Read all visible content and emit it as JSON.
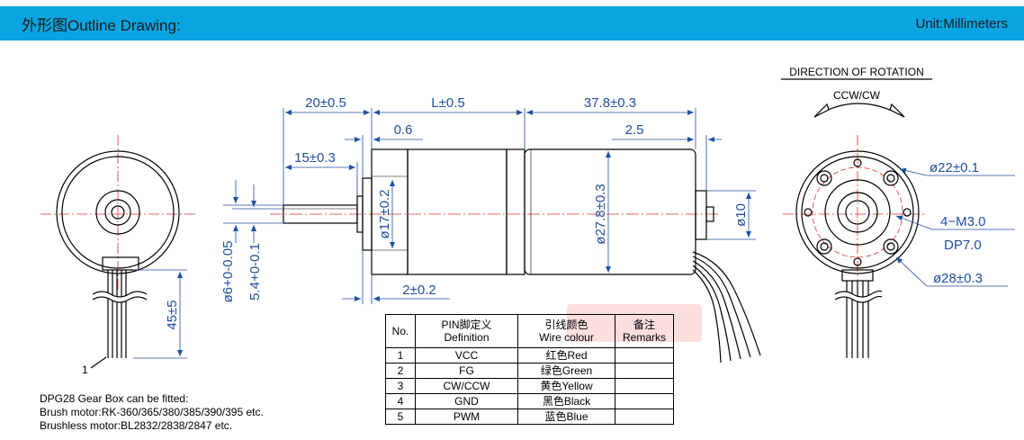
{
  "header": {
    "title": "外形图Outline Drawing:",
    "unit": "Unit:Millimeters"
  },
  "rotation": {
    "heading": "DIRECTION OF ROTATION",
    "label": "CCW/CW"
  },
  "dimensions": {
    "d20": "20±0.5",
    "dL": "L±0.5",
    "d378": "37.8±0.3",
    "d06": "0.6",
    "d25": "2.5",
    "d15": "15±0.3",
    "d2": "2±0.2",
    "phi17": "ø17±0.2",
    "phi278": "ø27.8±0.3",
    "phi10": "ø10",
    "phi6": "ø6+0-0.05",
    "d54": "5.4+0-0.1",
    "d45": "45±5",
    "phi22": "ø22±0.1",
    "m3": "4−M3.0",
    "dp7": "DP7.0",
    "phi28": "ø28±0.3",
    "pin1": "1"
  },
  "pin_table": {
    "headers": [
      {
        "line1": "No.",
        "line2": ""
      },
      {
        "line1": "PIN脚定义",
        "line2": "Definition"
      },
      {
        "line1": "引线颜色",
        "line2": "Wire colour"
      },
      {
        "line1": "备注",
        "line2": "Remarks"
      }
    ],
    "rows": [
      {
        "no": "1",
        "def": "VCC",
        "colour": "红色Red",
        "remarks": ""
      },
      {
        "no": "2",
        "def": "FG",
        "colour": "绿色Green",
        "remarks": ""
      },
      {
        "no": "3",
        "def": "CW/CCW",
        "colour": "黄色Yellow",
        "remarks": ""
      },
      {
        "no": "4",
        "def": "GND",
        "colour": "黑色Black",
        "remarks": ""
      },
      {
        "no": "5",
        "def": "PWM",
        "colour": "蓝色Blue",
        "remarks": ""
      }
    ]
  },
  "notes": [
    "DPG28 Gear Box can be fitted:",
    "Brush motor:RK-360/365/380/385/390/395 etc.",
    "Brushless motor:BL2832/2838/2847 etc."
  ],
  "colors": {
    "header_bg": "#0aa4e0",
    "dimension": "#1f4fa0",
    "centerline": "#e03030"
  }
}
